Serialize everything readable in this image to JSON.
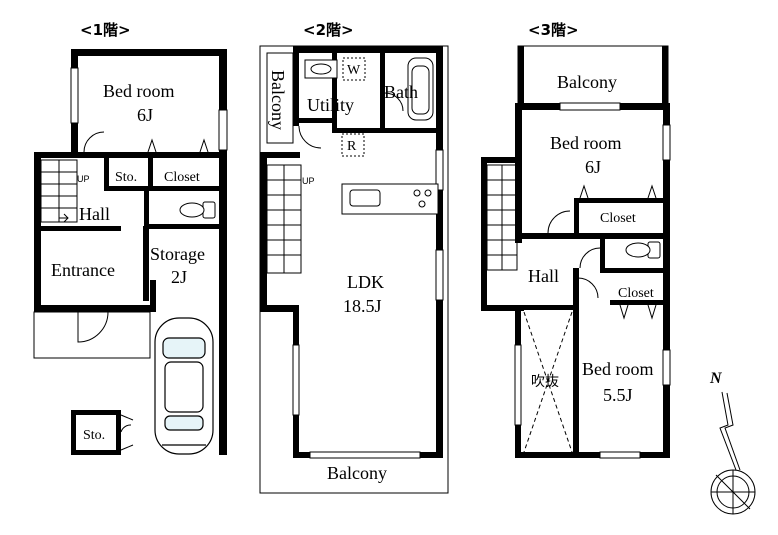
{
  "floors": [
    {
      "title": "<1階>",
      "rooms": {
        "bedroom": {
          "name": "Bed room",
          "size": "6J"
        },
        "hall": "Hall",
        "storage_small": "Sto.",
        "closet": "Closet",
        "entrance": "Entrance",
        "storage": {
          "name": "Storage",
          "size": "2J"
        },
        "outdoor_storage": "Sto.",
        "up": "UP"
      }
    },
    {
      "title": "<2階>",
      "rooms": {
        "balcony_side": "Balcony",
        "utility": "Utility",
        "washer": "W",
        "bath": "Bath",
        "fridge": "R",
        "ldk": {
          "name": "LDK",
          "size": "18.5J"
        },
        "balcony": "Balcony",
        "up": "UP"
      }
    },
    {
      "title": "<3階>",
      "rooms": {
        "balcony": "Balcony",
        "bedroom1": {
          "name": "Bed room",
          "size": "6J"
        },
        "closet1": "Closet",
        "hall": "Hall",
        "closet2": "Closet",
        "void": "吹抜",
        "bedroom2": {
          "name": "Bed room",
          "size": "5.5J"
        }
      }
    }
  ],
  "compass": {
    "label": "N"
  }
}
